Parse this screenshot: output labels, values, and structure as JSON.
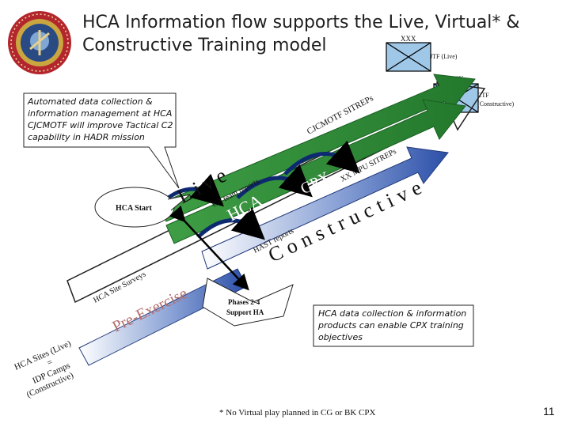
{
  "title": {
    "line1": "HCA Information flow supports the Live, Virtual* &",
    "line2": "Constructive Training model"
  },
  "unit_symbols": {
    "jtf_echelon": "XXX",
    "jtf_label": "JTF (Live)",
    "ctf_echelon": "XXX",
    "ctf_label_line1": "CTF",
    "ctf_label_line2": "(Constructive)"
  },
  "callout_top": "Automated data collection & information management at HCA CJCMOTF will improve Tactical C2 capability in HADR mission",
  "hca_start": "HCA Start",
  "arrow_labels": {
    "cjcmotf_sitreps": "CJCMOTF SITREPs",
    "ca_team_reports": "CA team reports",
    "hca": "HCA",
    "cpx": "CPX",
    "xx_mpu_sitreps": "XX MPU SITREPs",
    "hast_reports": "HAST reports",
    "hca_site_surveys": "HCA Site Surveys",
    "pre_exercise": "Pre-Exercise"
  },
  "big_words": {
    "live": "Live",
    "constructive": "Constructive"
  },
  "sites": {
    "line1": "HCA Sites (Live)",
    "line2": "=",
    "line3": "IDP Camps",
    "line4": "(Constructive)"
  },
  "phases": {
    "line1": "Phases 2-4",
    "line2": "Support HA"
  },
  "callout_bottom": "HCA data collection & information products can enable CPX training objectives",
  "footnote": "* No Virtual play planned in CG or BK CPX",
  "page_number": "11",
  "colors": {
    "green": "#2e8b37",
    "dark_green": "#1f6f28",
    "blue": "#2b4fa8",
    "unit_fill": "#9ec7e8",
    "title": "#1f1f1f"
  }
}
